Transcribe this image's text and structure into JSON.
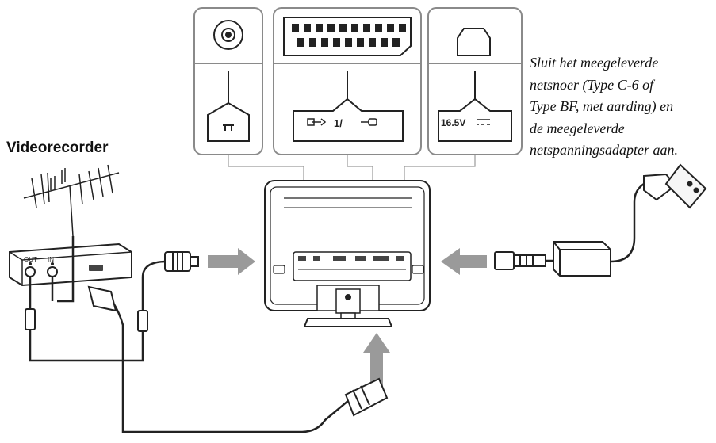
{
  "caption": {
    "lines": [
      "Sluit het meegeleverde",
      "netsnoer (Type C-6 of",
      "Type BF, met aarding) en",
      "de meegeleverde",
      "netspanningsadapter aan."
    ]
  },
  "device": {
    "title": "Videorecorder",
    "out_label": "OUT",
    "in_label": "IN"
  },
  "ports": {
    "scart_label": "1/",
    "power_label": "16.5V"
  },
  "icons": [
    "antenna-icon",
    "coax-connector-icon",
    "scart-connector-icon",
    "dc-connector-icon",
    "arrow-icon",
    "plug-icon",
    "power-adapter-icon",
    "tv-icon",
    "vcr-icon"
  ]
}
